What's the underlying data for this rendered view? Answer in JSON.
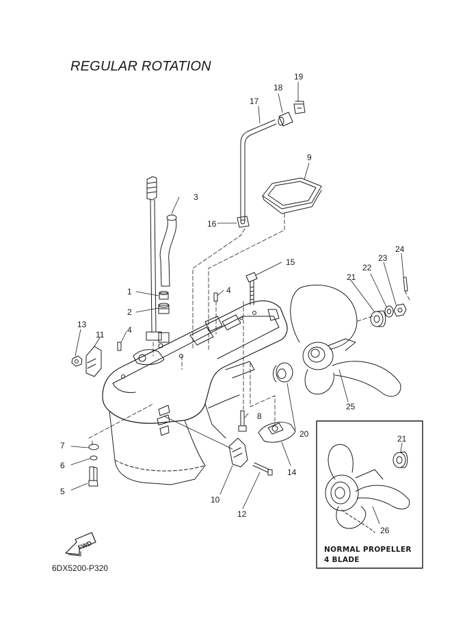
{
  "title": "REGULAR ROTATION",
  "drawing_code": "6DX5200-P320",
  "fwd_label": "FWD",
  "inset": {
    "caption_line1": "NORMAL PROPELLER",
    "caption_line2": "4 BLADE"
  },
  "callouts": {
    "c1": "1",
    "c2": "2",
    "c3": "3",
    "c4a": "4",
    "c4b": "4",
    "c5": "5",
    "c6": "6",
    "c7": "7",
    "c8": "8",
    "c9": "9",
    "c10": "10",
    "c11": "11",
    "c12": "12",
    "c13": "13",
    "c14": "14",
    "c15": "15",
    "c16": "16",
    "c17": "17",
    "c18": "18",
    "c19": "19",
    "c20": "20",
    "c21": "21",
    "c21i": "21",
    "c22": "22",
    "c23": "23",
    "c24": "24",
    "c25": "25",
    "c26": "26"
  }
}
